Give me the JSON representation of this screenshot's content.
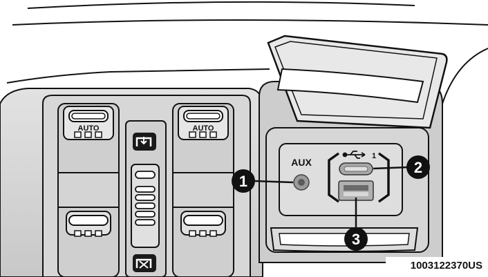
{
  "illustration": {
    "left_switch": {
      "top_label": "AUTO"
    },
    "right_switch": {
      "top_label": "AUTO"
    },
    "aux": {
      "label": "AUX"
    },
    "usb": {
      "port_number": "1"
    },
    "callouts": [
      {
        "number": "1"
      },
      {
        "number": "2"
      },
      {
        "number": "3"
      }
    ],
    "figure_id": "1003122370US"
  }
}
